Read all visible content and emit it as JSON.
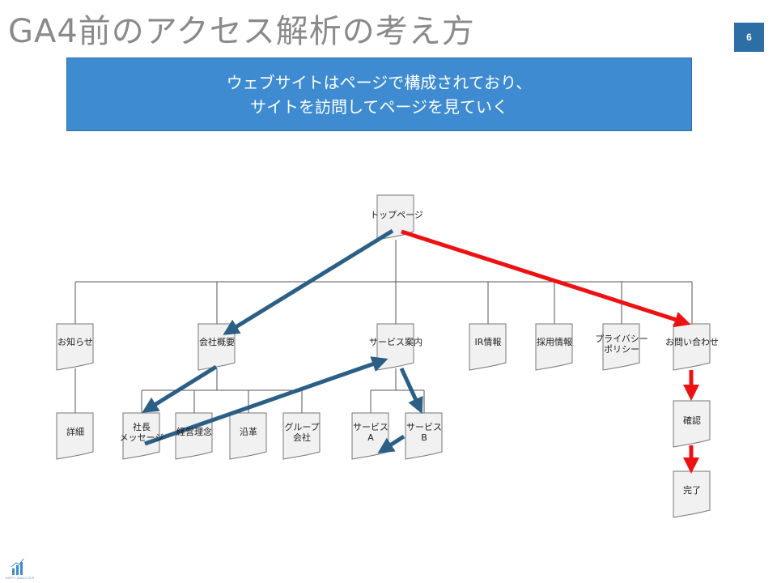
{
  "slide": {
    "title": "GA4前のアクセス解析の考え方",
    "page_number": "6"
  },
  "banner": {
    "line1": "ウェブサイトはページで構成されており、",
    "line2": "サイトを訪問してページを見ていく"
  },
  "nodes": {
    "top": "トップページ",
    "news": "お知らせ",
    "company": "会社概要",
    "service": "サービス案内",
    "ir": "IR情報",
    "recruit": "採用情報",
    "privacy_1": "プライバシー",
    "privacy_2": "ポリシー",
    "contact": "お問い合わせ",
    "detail": "詳細",
    "ceo_1": "社長",
    "ceo_2": "メッセージ",
    "philosophy": "経営理念",
    "history": "沿革",
    "group_1": "グループ",
    "group_2": "会社",
    "service_a_1": "サービス",
    "service_a_2": "A",
    "service_b_1": "サービス",
    "service_b_2": "B",
    "confirm": "確認",
    "complete": "完了"
  },
  "colors": {
    "banner_bg": "#3e8bd2",
    "page_num_bg": "#2e6ea6",
    "path_blue": "#2b5f86",
    "path_red": "#ee1111",
    "tree_line": "#555555",
    "page_fill": "#f1f1f1"
  },
  "logo": {
    "icon": "bar-chart-logo-icon",
    "text": "HAPPY ANALYTICS"
  }
}
